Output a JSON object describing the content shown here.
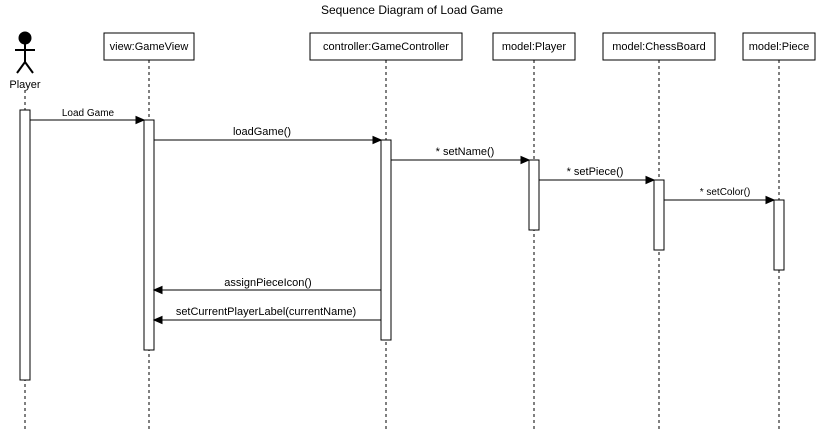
{
  "title": "Sequence Diagram of Load Game",
  "actor": {
    "label": "Player"
  },
  "participants": [
    "view:GameView",
    "controller:GameController",
    "model:Player",
    "model:ChessBoard",
    "model:Piece"
  ],
  "messages": [
    "Load Game",
    "loadGame()",
    "* setName()",
    "* setPiece()",
    "* setColor()",
    "assignPieceIcon()",
    "setCurrentPlayerLabel(currentName)"
  ]
}
